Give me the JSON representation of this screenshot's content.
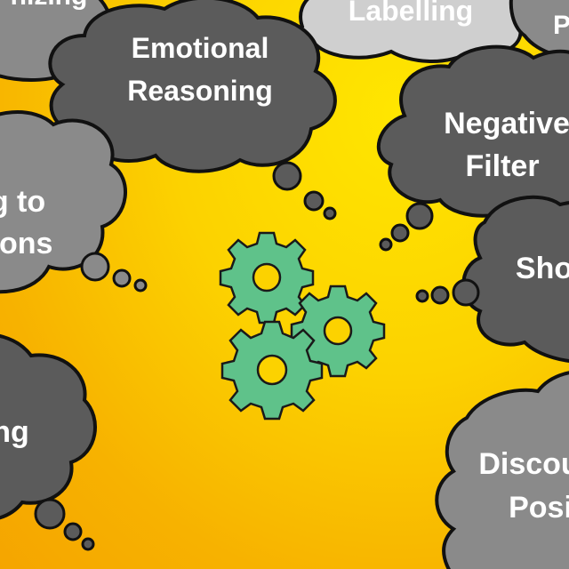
{
  "clouds": {
    "top_left_partial": "nizing",
    "labelling": "Labelling",
    "emotional_reasoning_line1": "Emotional",
    "emotional_reasoning_line2": "Reasoning",
    "negative_filter_line1": "Negative",
    "negative_filter_line2": "Filter",
    "jumping_line1": "g to",
    "jumping_line2": "sions",
    "shoulds": "Sho",
    "left_bottom_partial": "ng",
    "discounting_line1": "Discou",
    "discounting_line2": "Posi"
  },
  "colors": {
    "background": "#fcd200",
    "cloud_dark": "#5b5b5b",
    "cloud_mid": "#8a8a8a",
    "cloud_light": "#cfcfcf",
    "gear": "#5fc28a"
  },
  "icons": [
    "gear-icon",
    "gear-icon",
    "gear-icon"
  ]
}
